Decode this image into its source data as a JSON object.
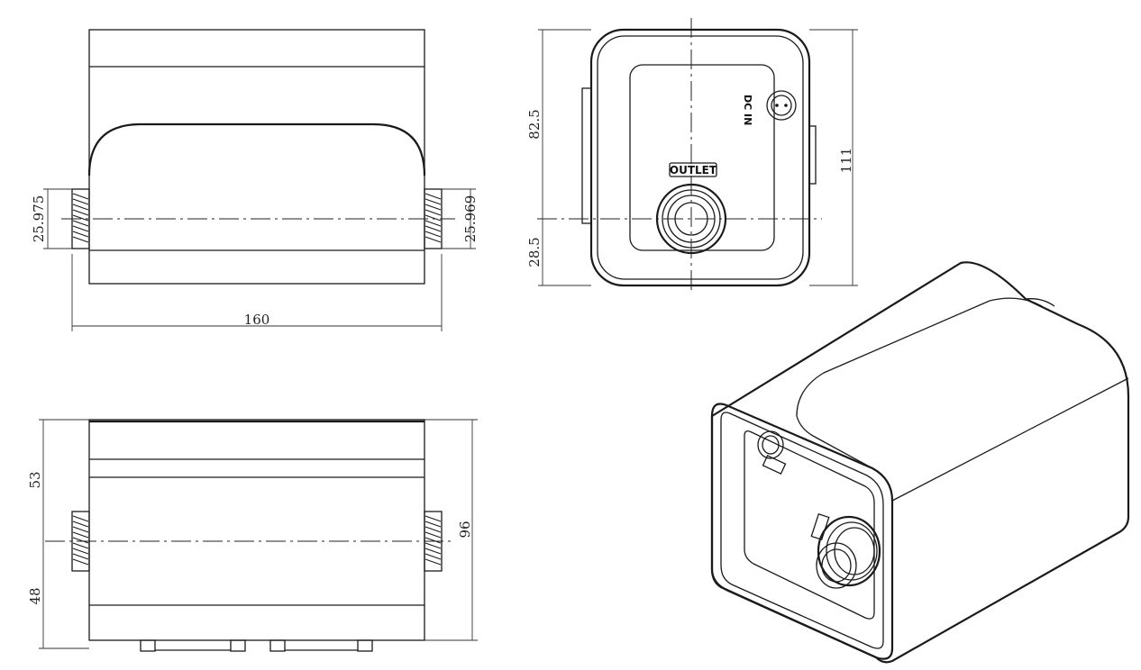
{
  "dimensions": {
    "width_160": "160",
    "left_port_diameter": "25.975",
    "right_port_diameter": "25.969",
    "front_upper_height": "82.5",
    "front_lower_height": "28.5",
    "front_total_height": "111",
    "bottom_upper_height": "53",
    "bottom_lower_height": "48",
    "bottom_total_height": "96"
  },
  "labels": {
    "outlet": "OUTLET",
    "dc_in": "DC IN"
  }
}
